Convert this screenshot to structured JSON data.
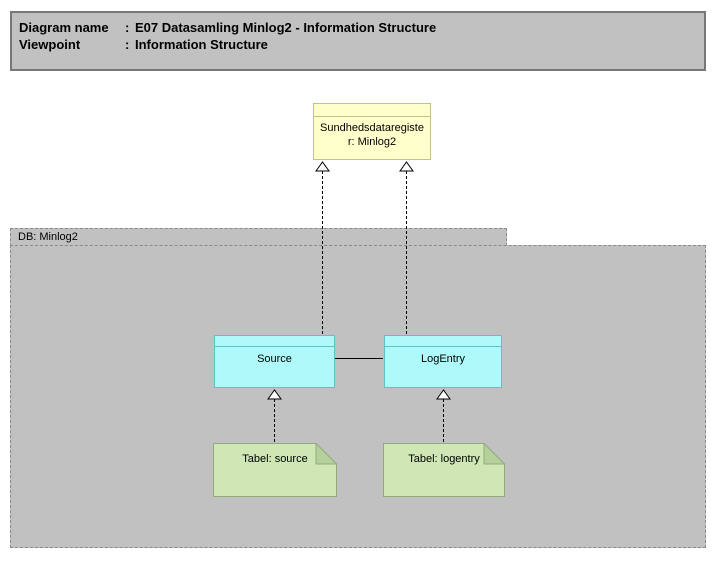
{
  "header": {
    "rows": [
      {
        "label": "Diagram name",
        "sep": ":",
        "value": "E07 Datasamling Minlog2 - Information Structure"
      },
      {
        "label": "Viewpoint",
        "sep": ":",
        "value": "Information Structure"
      }
    ]
  },
  "diagram": {
    "register": {
      "full_name": "Sundhedsdataregister: Minlog2",
      "lines": [
        "Sundhedsdataregiste",
        "r: Minlog2"
      ]
    },
    "container": {
      "label": "DB: Minlog2"
    },
    "classes": [
      {
        "name": "Source"
      },
      {
        "name": "LogEntry"
      }
    ],
    "notes": [
      {
        "text": "Tabel: source"
      },
      {
        "text": "Tabel: logentry"
      }
    ]
  },
  "colors": {
    "header_fill": "#c1c1c1",
    "header_border": "#777777",
    "container_fill": "#c1c1c1",
    "container_border": "#8a8a8a",
    "register_fill": "#ffffcc",
    "register_border": "#c2c28a",
    "class_fill": "#aefafa",
    "class_border": "#5cc4c4",
    "note_fill": "#cfe7b4",
    "note_fold": "#b6d09c",
    "note_border": "#93aa7d",
    "connector": "#000000"
  }
}
